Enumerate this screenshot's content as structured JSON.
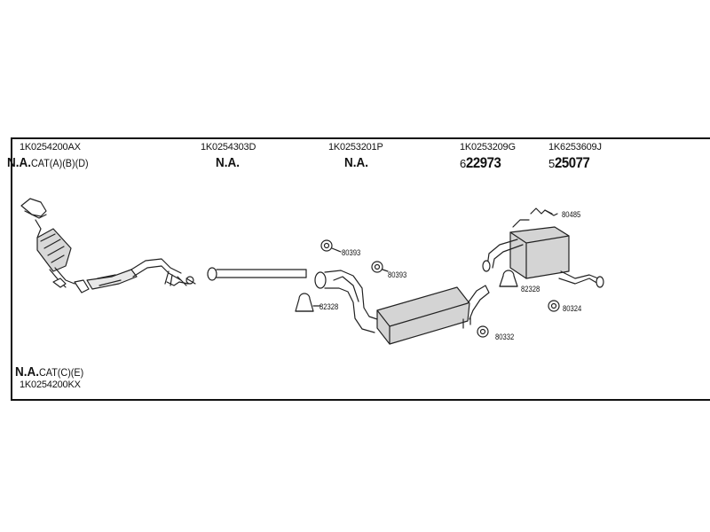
{
  "top_row": [
    {
      "part": "1K0254200AX",
      "label_main": "N.A.",
      "label_suffix": "CAT(A)(B)(D)"
    },
    {
      "part": "1K0254303D",
      "label_main": "N.A.",
      "label_suffix": ""
    },
    {
      "part": "1K0253201P",
      "label_main": "N.A.",
      "label_suffix": ""
    },
    {
      "part": "1K0253209G",
      "label_prefix": "6",
      "label_main": "22973"
    },
    {
      "part": "1K6253609J",
      "label_prefix": "5",
      "label_main": "25077"
    }
  ],
  "bottom": {
    "label_main": "N.A.",
    "label_suffix": "CAT(C)(E)",
    "part": "1K0254200KX"
  },
  "callouts": {
    "c80393a": "80393",
    "c80393b": "80393",
    "c82328a": "82328",
    "c80332": "80332",
    "c80485": "80485",
    "c82328b": "82328",
    "c80324": "80324"
  }
}
